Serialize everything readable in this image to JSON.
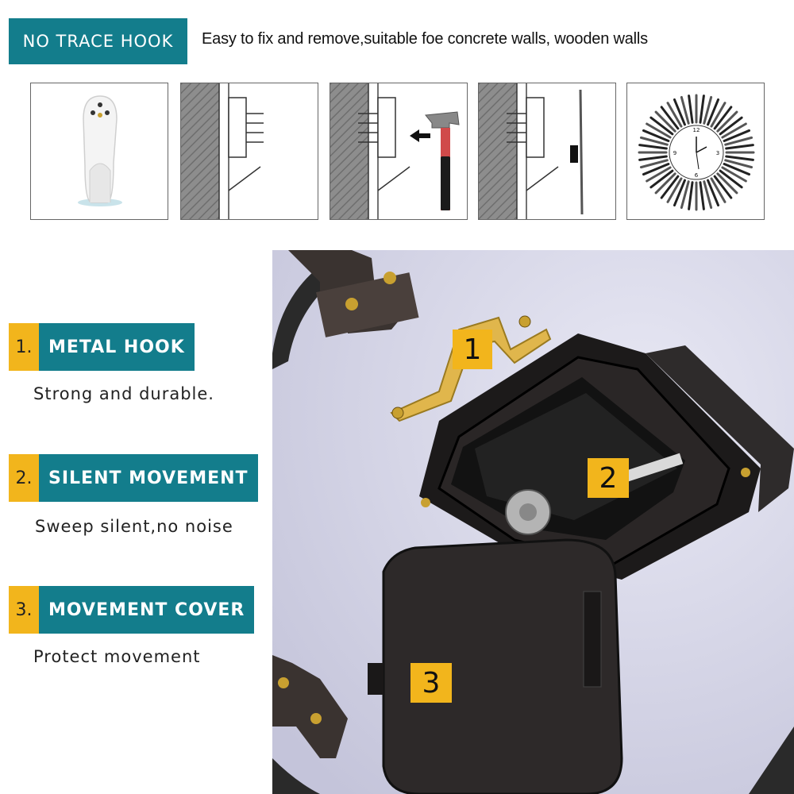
{
  "header": {
    "tag": "NO TRACE HOOK",
    "description": "Easy to fix and remove,suitable foe concrete walls, wooden walls"
  },
  "steps": [
    {
      "icon": "hook-icon"
    },
    {
      "icon": "wall-hook-icon"
    },
    {
      "icon": "hammer-icon"
    },
    {
      "icon": "hanging-icon"
    },
    {
      "icon": "clock-icon"
    }
  ],
  "features": [
    {
      "number": "1.",
      "label": "METAL HOOK",
      "description": "Strong and durable."
    },
    {
      "number": "2.",
      "label": "SILENT MOVEMENT",
      "description": "Sweep silent,no noise"
    },
    {
      "number": "3.",
      "label": "MOVEMENT COVER",
      "description": "Protect movement"
    }
  ],
  "photo": {
    "badges": [
      "1",
      "2",
      "3"
    ]
  },
  "colors": {
    "teal": "#137d8c",
    "yellow": "#f2b51c"
  }
}
